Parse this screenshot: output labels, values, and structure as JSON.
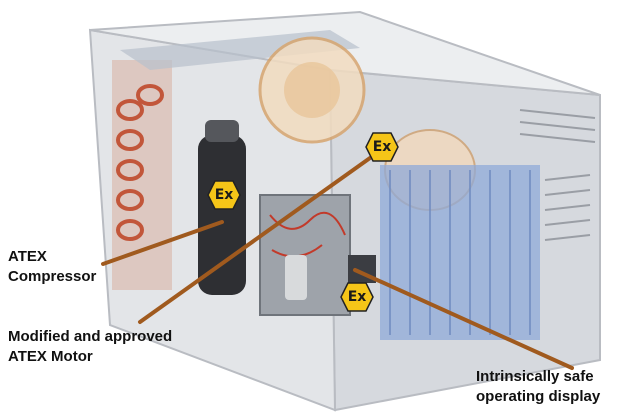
{
  "labels": {
    "compressor": [
      "ATEX",
      "Compressor"
    ],
    "motor": [
      "Modified and approved",
      "ATEX Motor"
    ],
    "display": [
      "Intrinsically safe",
      "operating display"
    ]
  },
  "badges": {
    "text": "Ex",
    "color": "#f5c518"
  },
  "colors": {
    "pointer": "#a05a1e",
    "casing": "#c9ccd1",
    "coil": "#c2563a",
    "fins": "#8fa9d8"
  }
}
